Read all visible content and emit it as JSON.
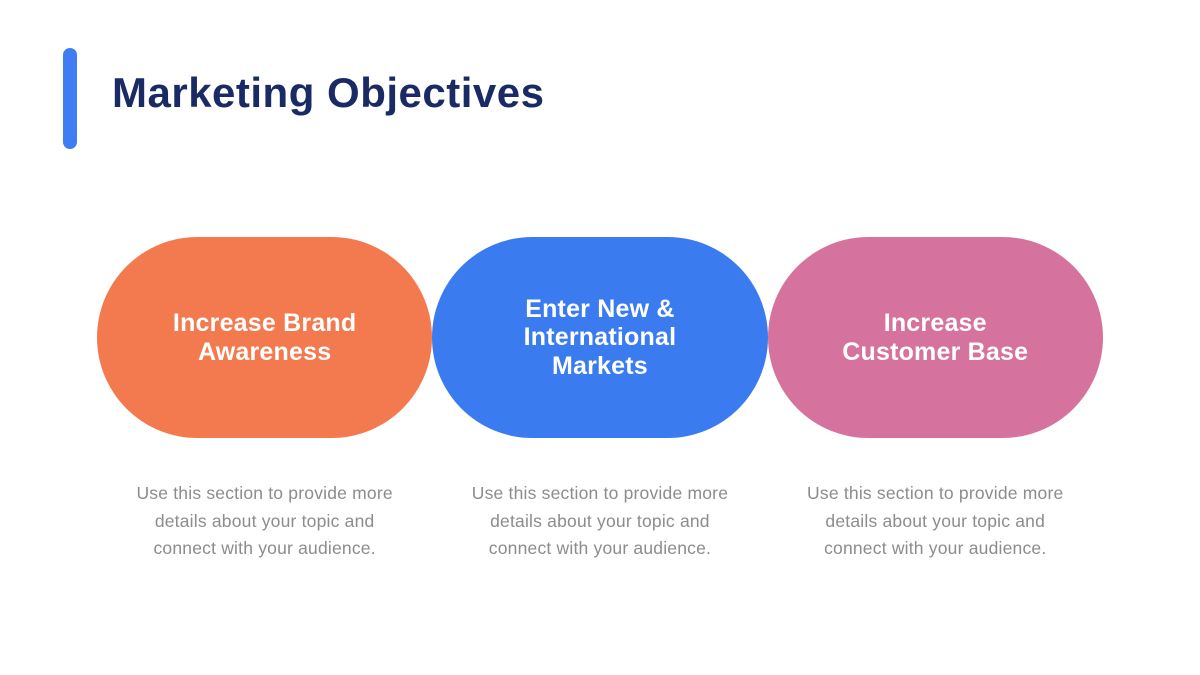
{
  "slide": {
    "title": "Marketing Objectives",
    "accent_color": "#3E7DF2",
    "title_color": "#1A2A64",
    "background_color": "#FFFFFF",
    "description_color": "#8C8C8C"
  },
  "cards": [
    {
      "label": "Increase Brand\nAwareness",
      "color": "#F37A4F",
      "description": "Use this section to provide more\ndetails about your topic and\nconnect with your audience."
    },
    {
      "label": "Enter New &\nInternational\nMarkets",
      "color": "#3A7BEF",
      "description": "Use this section to provide more\ndetails about your topic and\nconnect with your audience."
    },
    {
      "label": "Increase\nCustomer Base",
      "color": "#D5739E",
      "description": "Use this section to provide more\ndetails about your topic and\nconnect with your audience."
    }
  ]
}
